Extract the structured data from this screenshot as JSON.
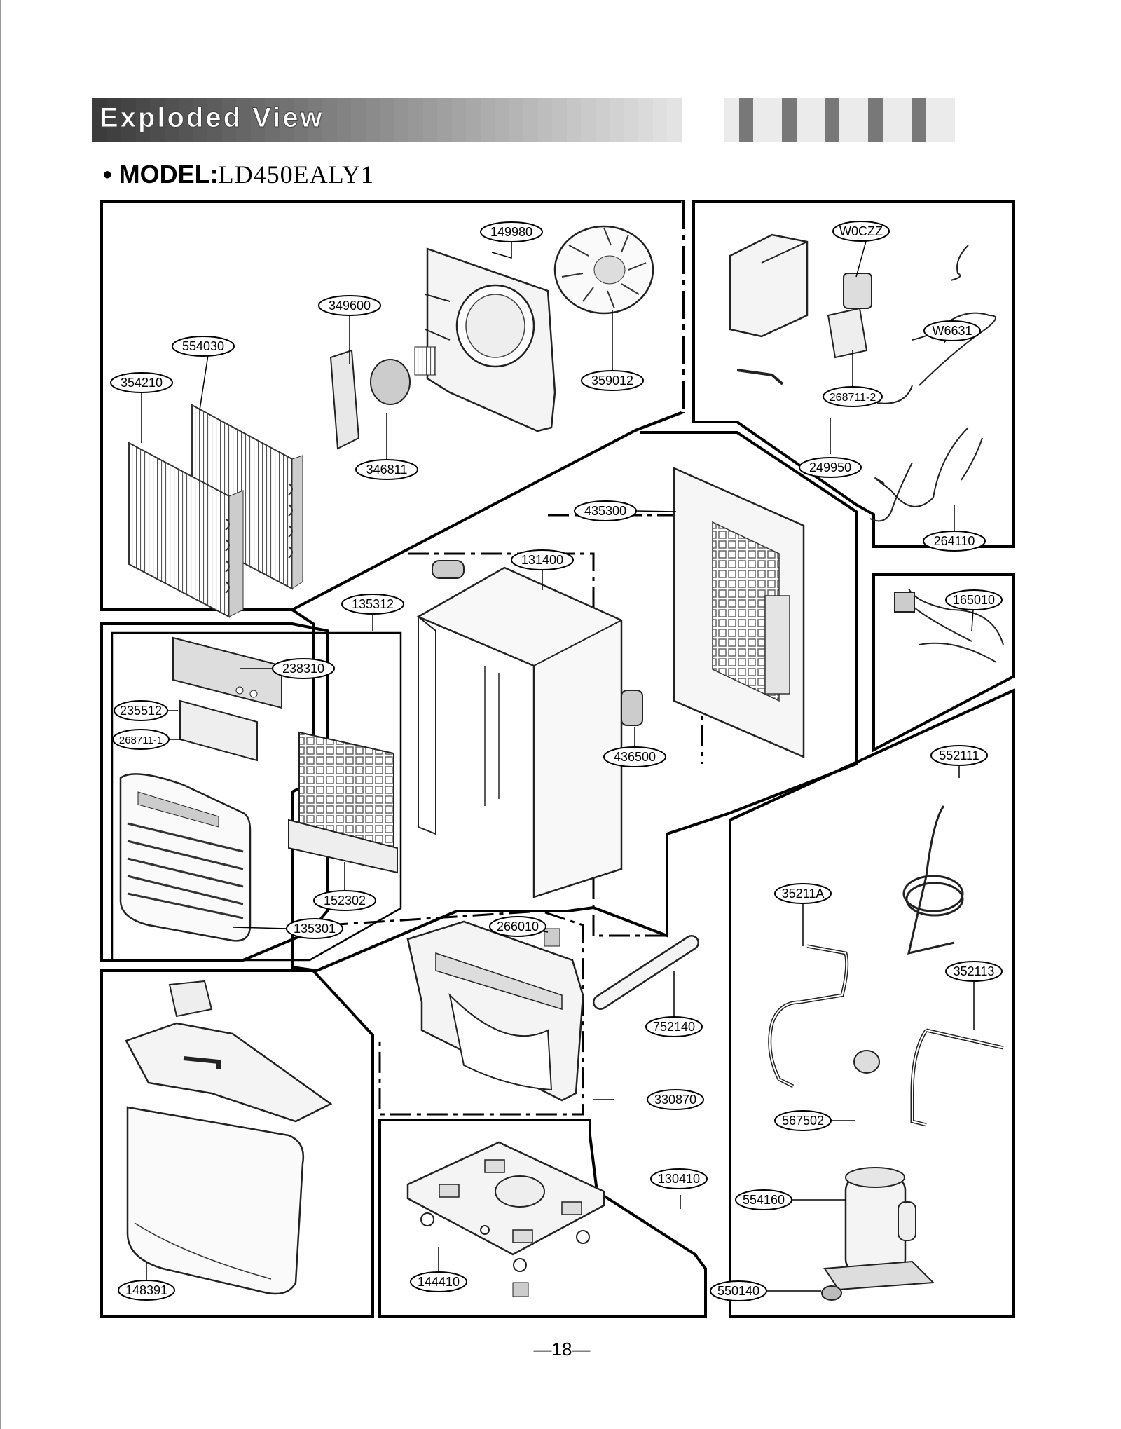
{
  "header": {
    "section_title": "Exploded View",
    "model_label": "• MODEL:",
    "model_value": "LD450EALY1"
  },
  "parts": {
    "p149980": "149980",
    "p349600": "349600",
    "p554030": "554030",
    "p354210": "354210",
    "p359012": "359012",
    "p346811": "346811",
    "pW0CZZ": "W0CZZ",
    "pW6631": "W6631",
    "p268711_2": "268711-2",
    "p249950": "249950",
    "p264110": "264110",
    "p435300": "435300",
    "p131400": "131400",
    "p135312": "135312",
    "p238310": "238310",
    "p235512": "235512",
    "p268711_1": "268711-1",
    "p436500": "436500",
    "p165010": "165010",
    "p552111": "552111",
    "p152302": "152302",
    "p135301": "135301",
    "p266010": "266010",
    "p35211A": "35211A",
    "p352113": "352113",
    "p752140": "752140",
    "p330870": "330870",
    "p567502": "567502",
    "p130410": "130410",
    "p554160": "554160",
    "p148391": "148391",
    "p144410": "144410",
    "p550140": "550140"
  },
  "footer": {
    "page_number": "—18—"
  }
}
